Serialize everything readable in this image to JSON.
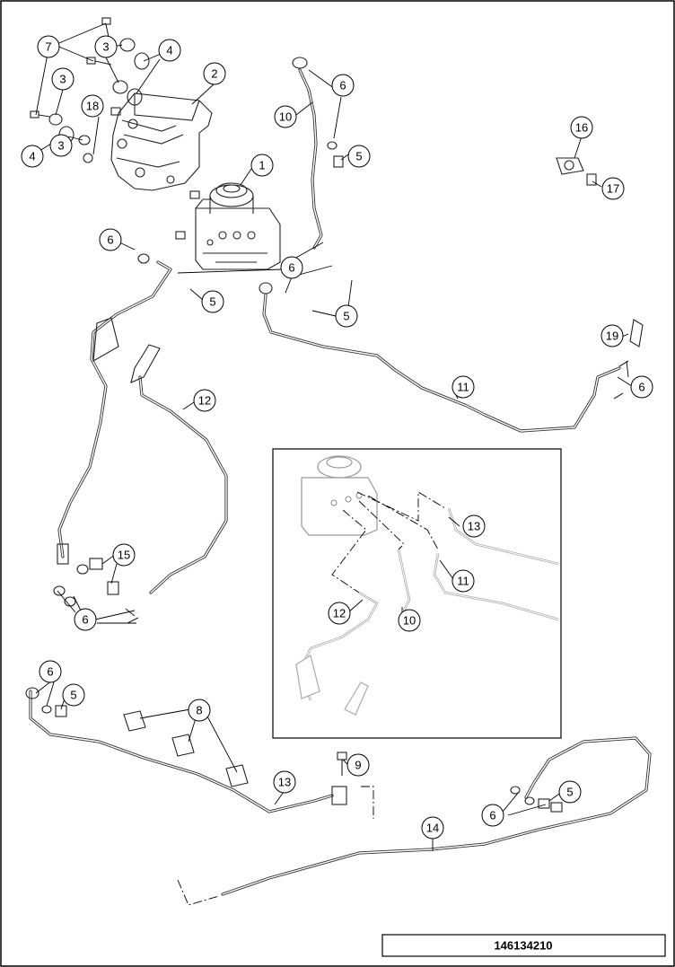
{
  "callouts": {
    "c1": "1",
    "c2": "2",
    "c3": "3",
    "c4": "4",
    "c5": "5",
    "c6": "6",
    "c7": "7",
    "c8": "8",
    "c9": "9",
    "c10": "10",
    "c11": "11",
    "c12": "12",
    "c13": "13",
    "c14": "14",
    "c15": "15",
    "c16": "16",
    "c17": "17",
    "c18": "18",
    "c19": "19"
  },
  "reference_number": "146134210"
}
